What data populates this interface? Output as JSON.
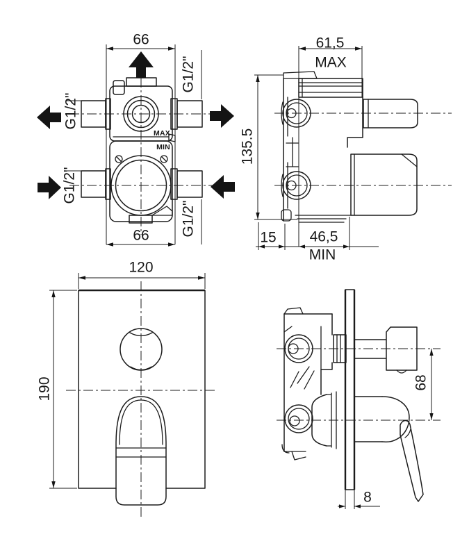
{
  "drawing": {
    "background": "#ffffff",
    "line_color": "#1b1b1b",
    "type": "technical-installation-drawing"
  },
  "rough_in_front": {
    "width_top": "66",
    "width_bottom": "66",
    "thread_size": "G1/2\"",
    "max_label": "MAX",
    "min_label": "MIN"
  },
  "rough_in_side": {
    "depth_max": "61,5",
    "max_label": "MAX",
    "height": "135.5",
    "wall_offset": "15",
    "depth_min": "46,5",
    "min_label": "MIN"
  },
  "trim_front": {
    "width": "120",
    "height": "190"
  },
  "trim_side": {
    "port_spacing": "68",
    "plate_thickness": "8"
  }
}
